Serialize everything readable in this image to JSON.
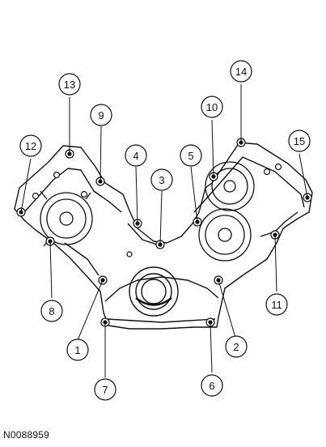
{
  "figure_id": "N0088959",
  "callouts": [
    "1",
    "2",
    "3",
    "4",
    "5",
    "6",
    "7",
    "8",
    "9",
    "10",
    "11",
    "12",
    "13",
    "14",
    "15"
  ]
}
